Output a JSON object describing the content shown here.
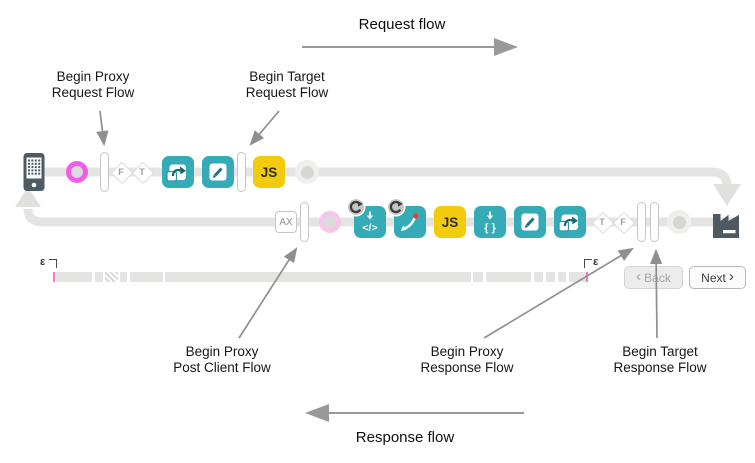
{
  "legend": {
    "request_flow": "Request flow",
    "response_flow": "Response flow"
  },
  "callouts": {
    "proxy_request": {
      "line1": "Begin Proxy",
      "line2": "Request Flow"
    },
    "target_request": {
      "line1": "Begin Target",
      "line2": "Request Flow"
    },
    "post_client": {
      "line1": "Begin Proxy",
      "line2": "Post Client Flow"
    },
    "proxy_response": {
      "line1": "Begin Proxy",
      "line2": "Response Flow"
    },
    "target_response": {
      "line1": "Begin Target",
      "line2": "Response Flow"
    }
  },
  "request_row": {
    "condition_false": "F",
    "condition_true": "T",
    "js_label": "JS"
  },
  "response_row": {
    "analytics_label": "AX",
    "js_label": "JS",
    "condition_true": "T",
    "condition_false": "F"
  },
  "icons": {
    "code_glyph": "</>",
    "braces_glyph": "{ }"
  },
  "timeline": {
    "epsilon_start": "ε",
    "epsilon_end": "ε"
  },
  "pager": {
    "back_chevron": "‹",
    "back_label": "Back",
    "next_label": "Next",
    "next_chevron": "›"
  },
  "colors": {
    "teal": "#35ABB7",
    "yellow": "#F2CC0C",
    "pink": "#F05DE8",
    "pale_pink": "#F7C6EC",
    "slate": "#4D5A64",
    "flow_line": "#E4E4E2",
    "annotation_gray": "#8F8F8F",
    "red_dot": "#E8402A"
  }
}
